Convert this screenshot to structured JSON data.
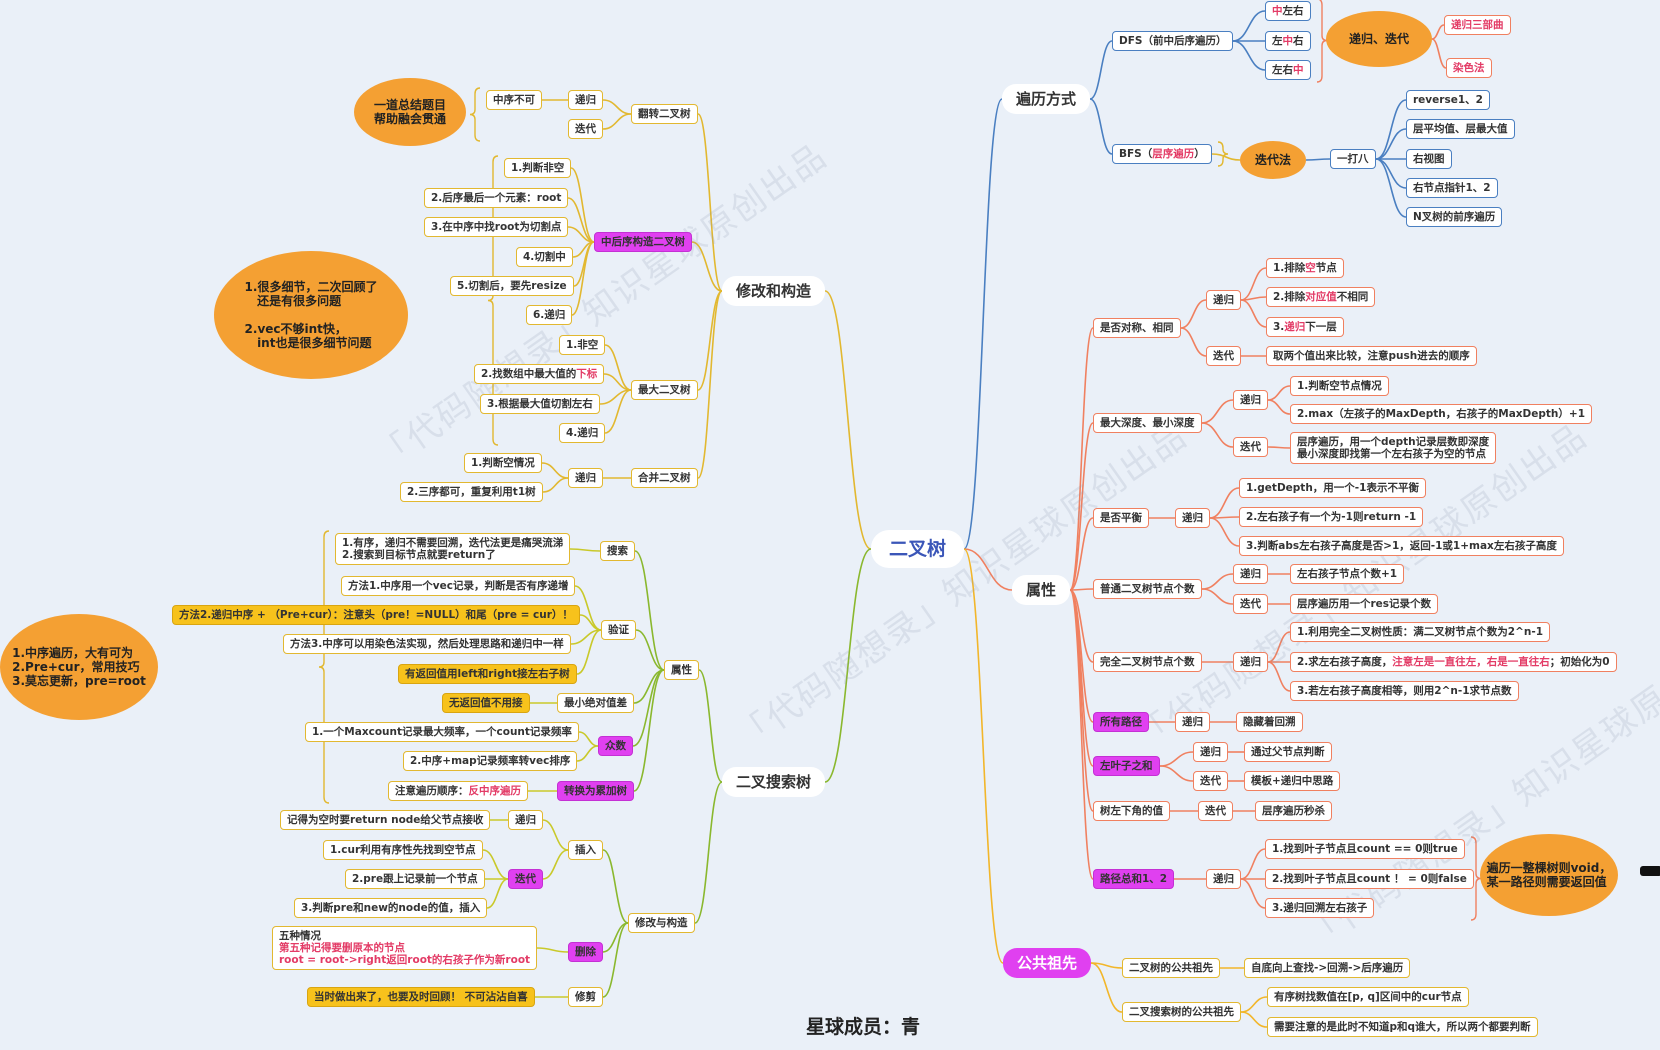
{
  "colors": {
    "traverse": "#4a7fc1",
    "property": "#f08060",
    "build": "#e2b830",
    "bst": "#8ab82e",
    "lca": "#f2b62a",
    "bstleaf": "#c9c92a"
  },
  "watermark": [
    "「代码随想录」知识星球原创出品",
    "「代码随想录」知识星球原创出品",
    "「代码随想录」知识星球原创出品",
    "「代码随想录」知识星球原创出品"
  ],
  "footer": "星球成员：青",
  "nodes": [
    {
      "id": "root",
      "t": "二叉树",
      "cls": "root"
    },
    {
      "id": "trav",
      "t": "遍历方式",
      "cls": "pill"
    },
    {
      "id": "prop",
      "t": "属性",
      "cls": "pill"
    },
    {
      "id": "lca",
      "t": "公共祖先",
      "cls": "pill mag"
    },
    {
      "id": "build",
      "t": "修改和构造",
      "cls": "pill"
    },
    {
      "id": "bst",
      "t": "二叉搜索树",
      "cls": "pill"
    },
    {
      "id": "dfs",
      "t": "DFS（前中后序遍历）",
      "cls": "b"
    },
    {
      "id": "bfs",
      "segs": [
        [
          "BFS（",
          ""
        ],
        [
          "层序遍历",
          "hl-red"
        ],
        [
          "）",
          ""
        ]
      ],
      "cls": "b"
    },
    {
      "id": "d1",
      "segs": [
        [
          "中",
          "hl-red"
        ],
        [
          "左右",
          ""
        ]
      ],
      "cls": "b"
    },
    {
      "id": "d2",
      "segs": [
        [
          "左",
          ""
        ],
        [
          "中",
          "hl-red"
        ],
        [
          "右",
          ""
        ]
      ],
      "cls": "b"
    },
    {
      "id": "d3",
      "segs": [
        [
          "左右",
          ""
        ],
        [
          "中",
          "hl-red"
        ]
      ],
      "cls": "b"
    },
    {
      "id": "recIter",
      "t": "递归、迭代",
      "cls": "blob"
    },
    {
      "id": "rec3",
      "segs": [
        [
          "递归三部曲",
          "hl-red"
        ]
      ],
      "cls": "o"
    },
    {
      "id": "color",
      "segs": [
        [
          "染色法",
          "hl-red"
        ]
      ],
      "cls": "o"
    },
    {
      "id": "iterm",
      "t": "迭代法",
      "cls": "blob"
    },
    {
      "id": "oneeight",
      "t": "一打八",
      "cls": "b"
    },
    {
      "id": "b1",
      "t": "reverse1、2",
      "cls": "b"
    },
    {
      "id": "b2",
      "t": "层平均值、层最大值",
      "cls": "b"
    },
    {
      "id": "b3",
      "t": "右视图",
      "cls": "b"
    },
    {
      "id": "b4",
      "t": "右节点指针1、2",
      "cls": "b"
    },
    {
      "id": "b5",
      "t": "N叉树的前序遍历",
      "cls": "b"
    },
    {
      "id": "sym",
      "t": "是否对称、相同",
      "cls": "o"
    },
    {
      "id": "symR",
      "t": "递归",
      "cls": "o"
    },
    {
      "id": "symR1",
      "segs": [
        [
          "1.排除",
          ""
        ],
        [
          "空",
          "hl-red"
        ],
        [
          "节点",
          ""
        ]
      ],
      "cls": "o"
    },
    {
      "id": "symR2",
      "segs": [
        [
          "2.排除",
          ""
        ],
        [
          "对应值",
          "hl-red"
        ],
        [
          "不相同",
          ""
        ]
      ],
      "cls": "o"
    },
    {
      "id": "symR3",
      "segs": [
        [
          "3.",
          ""
        ],
        [
          "递归",
          "hl-red"
        ],
        [
          "下一层",
          ""
        ]
      ],
      "cls": "o"
    },
    {
      "id": "symI",
      "t": "迭代",
      "cls": "o"
    },
    {
      "id": "symI1",
      "t": "取两个值出来比较，注意push进去的顺序",
      "cls": "o"
    },
    {
      "id": "dep",
      "t": "最大深度、最小深度",
      "cls": "o"
    },
    {
      "id": "depR",
      "t": "递归",
      "cls": "o"
    },
    {
      "id": "depR1",
      "t": "1.判断空节点情况",
      "cls": "o"
    },
    {
      "id": "depR2",
      "t": "2.max（左孩子的MaxDepth，右孩子的MaxDepth）+1",
      "cls": "o"
    },
    {
      "id": "depI",
      "t": "迭代",
      "cls": "o"
    },
    {
      "id": "depI1",
      "t": "层序遍历，用一个depth记录层数即深度\n最小深度即找第一个左右孩子为空的节点",
      "cls": "o ml"
    },
    {
      "id": "bal",
      "t": "是否平衡",
      "cls": "o"
    },
    {
      "id": "balR",
      "t": "递归",
      "cls": "o"
    },
    {
      "id": "balR1",
      "t": "1.getDepth，用一个-1表示不平衡",
      "cls": "o"
    },
    {
      "id": "balR2",
      "t": "2.左右孩子有一个为-1则return -1",
      "cls": "o"
    },
    {
      "id": "balR3",
      "t": "3.判断abs左右孩子高度是否>1，返回-1或1+max左右孩子高度",
      "cls": "o"
    },
    {
      "id": "cnt",
      "t": "普通二叉树节点个数",
      "cls": "o"
    },
    {
      "id": "cntR",
      "t": "递归",
      "cls": "o"
    },
    {
      "id": "cntR1",
      "t": "左右孩子节点个数+1",
      "cls": "o"
    },
    {
      "id": "cntI",
      "t": "迭代",
      "cls": "o"
    },
    {
      "id": "cntI1",
      "t": "层序遍历用一个res记录个数",
      "cls": "o"
    },
    {
      "id": "full",
      "t": "完全二叉树节点个数",
      "cls": "o"
    },
    {
      "id": "fullR",
      "t": "递归",
      "cls": "o"
    },
    {
      "id": "fullR1",
      "t": "1.利用完全二叉树性质：满二叉树节点个数为2^n-1",
      "cls": "o"
    },
    {
      "id": "fullR2",
      "segs": [
        [
          "2.求左右孩子高度，",
          ""
        ],
        [
          "注意左是一直往左，右是一直往右",
          "hl-red"
        ],
        [
          "；初始化为0",
          ""
        ]
      ],
      "cls": "o"
    },
    {
      "id": "fullR3",
      "t": "3.若左右孩子高度相等，则用2^n-1求节点数",
      "cls": "o"
    },
    {
      "id": "path",
      "t": "所有路径",
      "cls": "o mag"
    },
    {
      "id": "pathR",
      "t": "递归",
      "cls": "o"
    },
    {
      "id": "pathR1",
      "t": "隐藏着回溯",
      "cls": "o"
    },
    {
      "id": "lsum",
      "t": "左叶子之和",
      "cls": "o mag"
    },
    {
      "id": "lsumR",
      "t": "递归",
      "cls": "o"
    },
    {
      "id": "lsumR1",
      "t": "通过父节点判断",
      "cls": "o"
    },
    {
      "id": "lsumI",
      "t": "迭代",
      "cls": "o"
    },
    {
      "id": "lsumI1",
      "t": "模板+递归中思路",
      "cls": "o"
    },
    {
      "id": "blv",
      "t": "树左下角的值",
      "cls": "o"
    },
    {
      "id": "blvI",
      "t": "迭代",
      "cls": "o"
    },
    {
      "id": "blvI1",
      "t": "层序遍历秒杀",
      "cls": "o"
    },
    {
      "id": "psum",
      "t": "路径总和1、2",
      "cls": "o mag"
    },
    {
      "id": "psumR",
      "t": "递归",
      "cls": "o"
    },
    {
      "id": "psumR1",
      "t": "1.找到叶子节点且count == 0则true",
      "cls": "o"
    },
    {
      "id": "psumR2",
      "t": "2.找到叶子节点且count ！ = 0则false",
      "cls": "o"
    },
    {
      "id": "psumR3",
      "t": "3.递归回溯左右孩子",
      "cls": "o"
    },
    {
      "id": "psumNote",
      "t": "遍历一整棵树则void，\n某一路径则需要返回值",
      "cls": "blob"
    },
    {
      "id": "lca1",
      "t": "二叉树的公共祖先",
      "cls": ""
    },
    {
      "id": "lca1a",
      "t": "自底向上查找->回溯->后序遍历",
      "cls": ""
    },
    {
      "id": "lca2",
      "t": "二叉搜索树的公共祖先",
      "cls": ""
    },
    {
      "id": "lca2a",
      "t": "有序树找数值在[p, q]区间中的cur节点",
      "cls": ""
    },
    {
      "id": "lca2b",
      "t": "需要注意的是此时不知道p和q谁大，所以两个都要判断",
      "cls": ""
    },
    {
      "id": "inv",
      "t": "翻转二叉树",
      "cls": ""
    },
    {
      "id": "invR",
      "t": "递归",
      "cls": ""
    },
    {
      "id": "invR1",
      "t": "中序不可",
      "cls": ""
    },
    {
      "id": "invI",
      "t": "迭代",
      "cls": ""
    },
    {
      "id": "invNote",
      "t": "一道总结题目\n帮助融会贯通",
      "cls": "blob"
    },
    {
      "id": "cons",
      "t": "中后序构造二叉树",
      "cls": "mag"
    },
    {
      "id": "cons1",
      "t": "1.判断非空",
      "cls": ""
    },
    {
      "id": "cons2",
      "t": "2.后序最后一个元素：root",
      "cls": ""
    },
    {
      "id": "cons3",
      "t": "3.在中序中找root为切割点",
      "cls": ""
    },
    {
      "id": "cons4",
      "t": "4.切割中",
      "cls": ""
    },
    {
      "id": "cons5",
      "t": "5.切割后，要先resize",
      "cls": ""
    },
    {
      "id": "cons6",
      "t": "6.递归",
      "cls": ""
    },
    {
      "id": "consNote",
      "t": "1.很多细节，二次回顾了\n   还是有很多问题\n\n2.vec不够int快，\n   int也是很多细节问题",
      "cls": "blob"
    },
    {
      "id": "maxt",
      "t": "最大二叉树",
      "cls": ""
    },
    {
      "id": "maxt1",
      "t": "1.非空",
      "cls": ""
    },
    {
      "id": "maxt2",
      "segs": [
        [
          "2.找数组中最大值的",
          ""
        ],
        [
          "下标",
          "hl-red"
        ]
      ],
      "cls": ""
    },
    {
      "id": "maxt3",
      "t": "3.根据最大值切割左右",
      "cls": ""
    },
    {
      "id": "maxt4",
      "t": "4.递归",
      "cls": ""
    },
    {
      "id": "merge",
      "t": "合并二叉树",
      "cls": ""
    },
    {
      "id": "mergeR",
      "t": "递归",
      "cls": ""
    },
    {
      "id": "mergeR1",
      "t": "1.判断空情况",
      "cls": ""
    },
    {
      "id": "mergeR2",
      "t": "2.三序都可，重复利用t1树",
      "cls": ""
    },
    {
      "id": "bprop",
      "t": "属性",
      "cls": ""
    },
    {
      "id": "srch",
      "t": "搜索",
      "cls": ""
    },
    {
      "id": "srch1",
      "t": "1.有序，递归不需要回溯，迭代法更是痛哭流涕\n2.搜索到目标节点就要return了",
      "cls": "ml"
    },
    {
      "id": "vald",
      "t": "验证",
      "cls": ""
    },
    {
      "id": "vald1",
      "t": "方法1.中序用一个vec记录，判断是否有序递增",
      "cls": ""
    },
    {
      "id": "vald2",
      "t": "方法2.递归中序 + （Pre+cur）：注意头（pre！=NULL）和尾（pre = cur）！",
      "cls": "yel"
    },
    {
      "id": "vald3",
      "t": "方法3.中序可以用染色法实现，然后处理思路和递归中一样",
      "cls": ""
    },
    {
      "id": "vald4",
      "t": "有返回值用left和right接左右子树",
      "cls": "yel"
    },
    {
      "id": "minab",
      "t": "最小绝对值差",
      "cls": ""
    },
    {
      "id": "minab1",
      "t": "无返回值不用接",
      "cls": "yel"
    },
    {
      "id": "mode",
      "t": "众数",
      "cls": "mag"
    },
    {
      "id": "mode1",
      "t": "1.一个Maxcount记录最大频率，一个count记录频率",
      "cls": ""
    },
    {
      "id": "mode2",
      "t": "2.中序+map记录频率转vec排序",
      "cls": ""
    },
    {
      "id": "conv",
      "t": "转换为累加树",
      "cls": "mag"
    },
    {
      "id": "conv1",
      "segs": [
        [
          "注意遍历顺序：",
          ""
        ],
        [
          "反中序遍历",
          "hl-red"
        ]
      ],
      "cls": ""
    },
    {
      "id": "bstNote",
      "t": "1.中序遍历，大有可为\n2.Pre+cur，常用技巧\n3.莫忘更新，pre=root",
      "cls": "blob"
    },
    {
      "id": "bmod",
      "t": "修改与构造",
      "cls": ""
    },
    {
      "id": "ins",
      "t": "插入",
      "cls": ""
    },
    {
      "id": "insR",
      "t": "递归",
      "cls": ""
    },
    {
      "id": "insR1",
      "t": "记得为空时要return node给父节点接收",
      "cls": ""
    },
    {
      "id": "insI",
      "t": "迭代",
      "cls": "mag"
    },
    {
      "id": "insI1",
      "t": "1.cur利用有序性先找到空节点",
      "cls": ""
    },
    {
      "id": "insI2",
      "t": "2.pre跟上记录前一个节点",
      "cls": ""
    },
    {
      "id": "insI3",
      "t": "3.判断pre和new的node的值，插入",
      "cls": ""
    },
    {
      "id": "del",
      "t": "删除",
      "cls": "mag"
    },
    {
      "id": "del1",
      "segs": [
        [
          "五种情况\n",
          ""
        ],
        [
          "第五种记得要删原本的节点\nroot = root->right返回root的右孩子作为新root",
          "hl-red"
        ]
      ],
      "cls": "ml"
    },
    {
      "id": "trim",
      "t": "修剪",
      "cls": ""
    },
    {
      "id": "trim1",
      "t": "当时做出来了，也要及时回顾！ 不可沾沾自喜",
      "cls": "yel"
    }
  ],
  "edges": [
    [
      "root",
      "trav",
      "traverse"
    ],
    [
      "root",
      "prop",
      "property"
    ],
    [
      "root",
      "lca",
      "lca"
    ],
    [
      "root",
      "build",
      "build"
    ],
    [
      "root",
      "bst",
      "bst"
    ],
    [
      "trav",
      "dfs",
      "traverse"
    ],
    [
      "trav",
      "bfs",
      "traverse"
    ],
    [
      "dfs",
      "d1",
      "traverse"
    ],
    [
      "dfs",
      "d2",
      "traverse"
    ],
    [
      "dfs",
      "d3",
      "traverse"
    ],
    [
      "recIter",
      "rec3",
      "property"
    ],
    [
      "recIter",
      "color",
      "property"
    ],
    [
      "bfs",
      "iterm",
      "build"
    ],
    [
      "iterm",
      "oneeight",
      "traverse"
    ],
    [
      "oneeight",
      "b1",
      "traverse"
    ],
    [
      "oneeight",
      "b2",
      "traverse"
    ],
    [
      "oneeight",
      "b3",
      "traverse"
    ],
    [
      "oneeight",
      "b4",
      "traverse"
    ],
    [
      "oneeight",
      "b5",
      "traverse"
    ],
    [
      "prop",
      "sym",
      "property"
    ],
    [
      "prop",
      "dep",
      "property"
    ],
    [
      "prop",
      "bal",
      "property"
    ],
    [
      "prop",
      "cnt",
      "property"
    ],
    [
      "prop",
      "full",
      "property"
    ],
    [
      "prop",
      "path",
      "property"
    ],
    [
      "prop",
      "lsum",
      "property"
    ],
    [
      "prop",
      "blv",
      "property"
    ],
    [
      "prop",
      "psum",
      "property"
    ],
    [
      "sym",
      "symR",
      "property"
    ],
    [
      "sym",
      "symI",
      "property"
    ],
    [
      "symR",
      "symR1",
      "property"
    ],
    [
      "symR",
      "symR2",
      "property"
    ],
    [
      "symR",
      "symR3",
      "property"
    ],
    [
      "symI",
      "symI1",
      "property"
    ],
    [
      "dep",
      "depR",
      "property"
    ],
    [
      "dep",
      "depI",
      "property"
    ],
    [
      "depR",
      "depR1",
      "property"
    ],
    [
      "depR",
      "depR2",
      "property"
    ],
    [
      "depI",
      "depI1",
      "property"
    ],
    [
      "bal",
      "balR",
      "property"
    ],
    [
      "balR",
      "balR1",
      "property"
    ],
    [
      "balR",
      "balR2",
      "property"
    ],
    [
      "balR",
      "balR3",
      "property"
    ],
    [
      "cnt",
      "cntR",
      "property"
    ],
    [
      "cnt",
      "cntI",
      "property"
    ],
    [
      "cntR",
      "cntR1",
      "property"
    ],
    [
      "cntI",
      "cntI1",
      "property"
    ],
    [
      "full",
      "fullR",
      "property"
    ],
    [
      "fullR",
      "fullR1",
      "property"
    ],
    [
      "fullR",
      "fullR2",
      "property"
    ],
    [
      "fullR",
      "fullR3",
      "property"
    ],
    [
      "path",
      "pathR",
      "property"
    ],
    [
      "pathR",
      "pathR1",
      "property"
    ],
    [
      "lsum",
      "lsumR",
      "property"
    ],
    [
      "lsum",
      "lsumI",
      "property"
    ],
    [
      "lsumR",
      "lsumR1",
      "property"
    ],
    [
      "lsumI",
      "lsumI1",
      "property"
    ],
    [
      "blv",
      "blvI",
      "property"
    ],
    [
      "blvI",
      "blvI1",
      "property"
    ],
    [
      "psum",
      "psumR",
      "property"
    ],
    [
      "psumR",
      "psumR1",
      "property"
    ],
    [
      "psumR",
      "psumR2",
      "property"
    ],
    [
      "psumR",
      "psumR3",
      "property"
    ],
    [
      "lca",
      "lca1",
      "lca"
    ],
    [
      "lca",
      "lca2",
      "lca"
    ],
    [
      "lca1",
      "lca1a",
      "lca"
    ],
    [
      "lca2",
      "lca2a",
      "lca"
    ],
    [
      "lca2",
      "lca2b",
      "lca"
    ],
    [
      "build",
      "inv",
      "build"
    ],
    [
      "build",
      "cons",
      "build"
    ],
    [
      "build",
      "maxt",
      "build"
    ],
    [
      "build",
      "merge",
      "build"
    ],
    [
      "inv",
      "invR",
      "build"
    ],
    [
      "inv",
      "invI",
      "build"
    ],
    [
      "invR",
      "invR1",
      "build"
    ],
    [
      "cons",
      "cons1",
      "build"
    ],
    [
      "cons",
      "cons2",
      "build"
    ],
    [
      "cons",
      "cons3",
      "build"
    ],
    [
      "cons",
      "cons4",
      "build"
    ],
    [
      "cons",
      "cons5",
      "build"
    ],
    [
      "cons",
      "cons6",
      "build"
    ],
    [
      "maxt",
      "maxt1",
      "build"
    ],
    [
      "maxt",
      "maxt2",
      "build"
    ],
    [
      "maxt",
      "maxt3",
      "build"
    ],
    [
      "maxt",
      "maxt4",
      "build"
    ],
    [
      "merge",
      "mergeR",
      "build"
    ],
    [
      "mergeR",
      "mergeR1",
      "build"
    ],
    [
      "mergeR",
      "mergeR2",
      "build"
    ],
    [
      "bst",
      "bprop",
      "bst"
    ],
    [
      "bst",
      "bmod",
      "bst"
    ],
    [
      "bprop",
      "srch",
      "bst"
    ],
    [
      "bprop",
      "vald",
      "bst"
    ],
    [
      "bprop",
      "minab",
      "bst"
    ],
    [
      "bprop",
      "mode",
      "bst"
    ],
    [
      "bprop",
      "conv",
      "bst"
    ],
    [
      "srch",
      "srch1",
      "bstleaf"
    ],
    [
      "vald",
      "vald1",
      "bstleaf"
    ],
    [
      "vald",
      "vald2",
      "bstleaf"
    ],
    [
      "vald",
      "vald3",
      "bstleaf"
    ],
    [
      "vald",
      "vald4",
      "bstleaf"
    ],
    [
      "minab",
      "minab1",
      "bstleaf"
    ],
    [
      "mode",
      "mode1",
      "bstleaf"
    ],
    [
      "mode",
      "mode2",
      "bstleaf"
    ],
    [
      "conv",
      "conv1",
      "bstleaf"
    ],
    [
      "bmod",
      "ins",
      "bst"
    ],
    [
      "bmod",
      "del",
      "bst"
    ],
    [
      "bmod",
      "trim",
      "bst"
    ],
    [
      "ins",
      "insR",
      "bstleaf"
    ],
    [
      "ins",
      "insI",
      "bstleaf"
    ],
    [
      "insR",
      "insR1",
      "bstleaf"
    ],
    [
      "insI",
      "insI1",
      "bstleaf"
    ],
    [
      "insI",
      "insI2",
      "bstleaf"
    ],
    [
      "insI",
      "insI3",
      "bstleaf"
    ],
    [
      "del",
      "del1",
      "bstleaf"
    ],
    [
      "trim",
      "trim1",
      "bstleaf"
    ]
  ],
  "braces": [
    [
      "d1",
      "d3",
      "recIter",
      "property"
    ],
    [
      "bfs",
      "bfs",
      "iterm",
      "build"
    ],
    [
      "psumR1",
      "psumR3",
      "psumNote",
      "property"
    ],
    [
      "invR1",
      "invI",
      "invNote",
      "build"
    ],
    [
      "cons1",
      "maxt4",
      "consNote",
      "build"
    ],
    [
      "srch1",
      "conv1",
      "bstNote",
      "build"
    ]
  ]
}
